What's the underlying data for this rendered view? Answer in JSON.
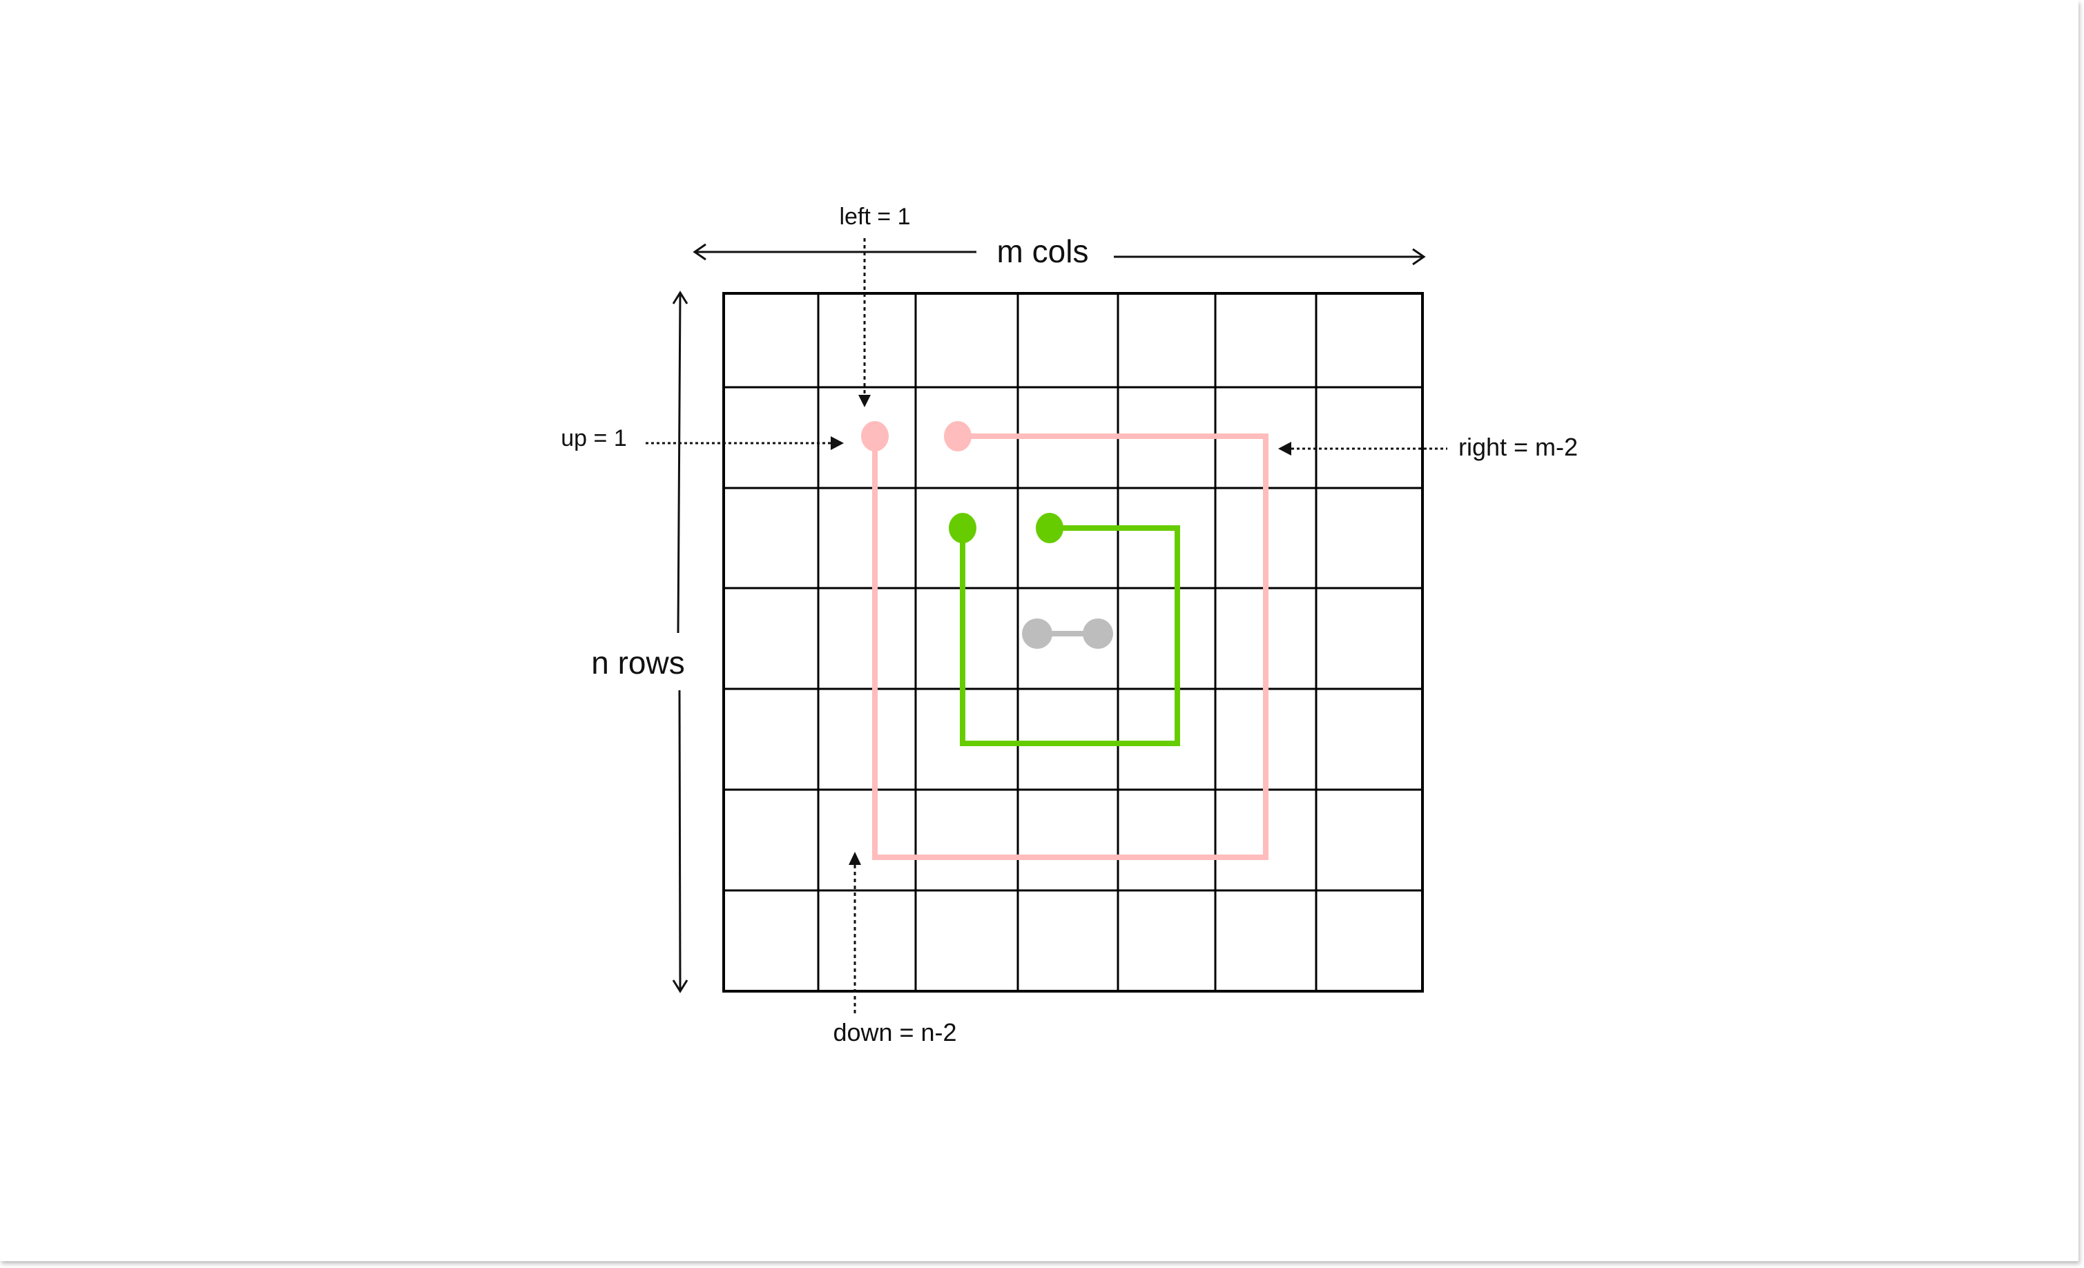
{
  "diagram": {
    "top_label": "m cols",
    "side_label": "n rows",
    "annotations": {
      "left": "left = 1",
      "up": "up = 1",
      "right": "right = m-2",
      "down": "down = n-2"
    },
    "grid": {
      "rows": 7,
      "cols": 7
    },
    "colors": {
      "grid": "#000000",
      "outer_layer": "#ffbcbc",
      "middle_layer": "#66cc00",
      "inner_layer": "#bdbdbd",
      "background": "#ffffff"
    },
    "layers": [
      {
        "name": "outer",
        "color": "#ffbcbc"
      },
      {
        "name": "middle",
        "color": "#66cc00"
      },
      {
        "name": "inner",
        "color": "#bdbdbd"
      }
    ]
  }
}
